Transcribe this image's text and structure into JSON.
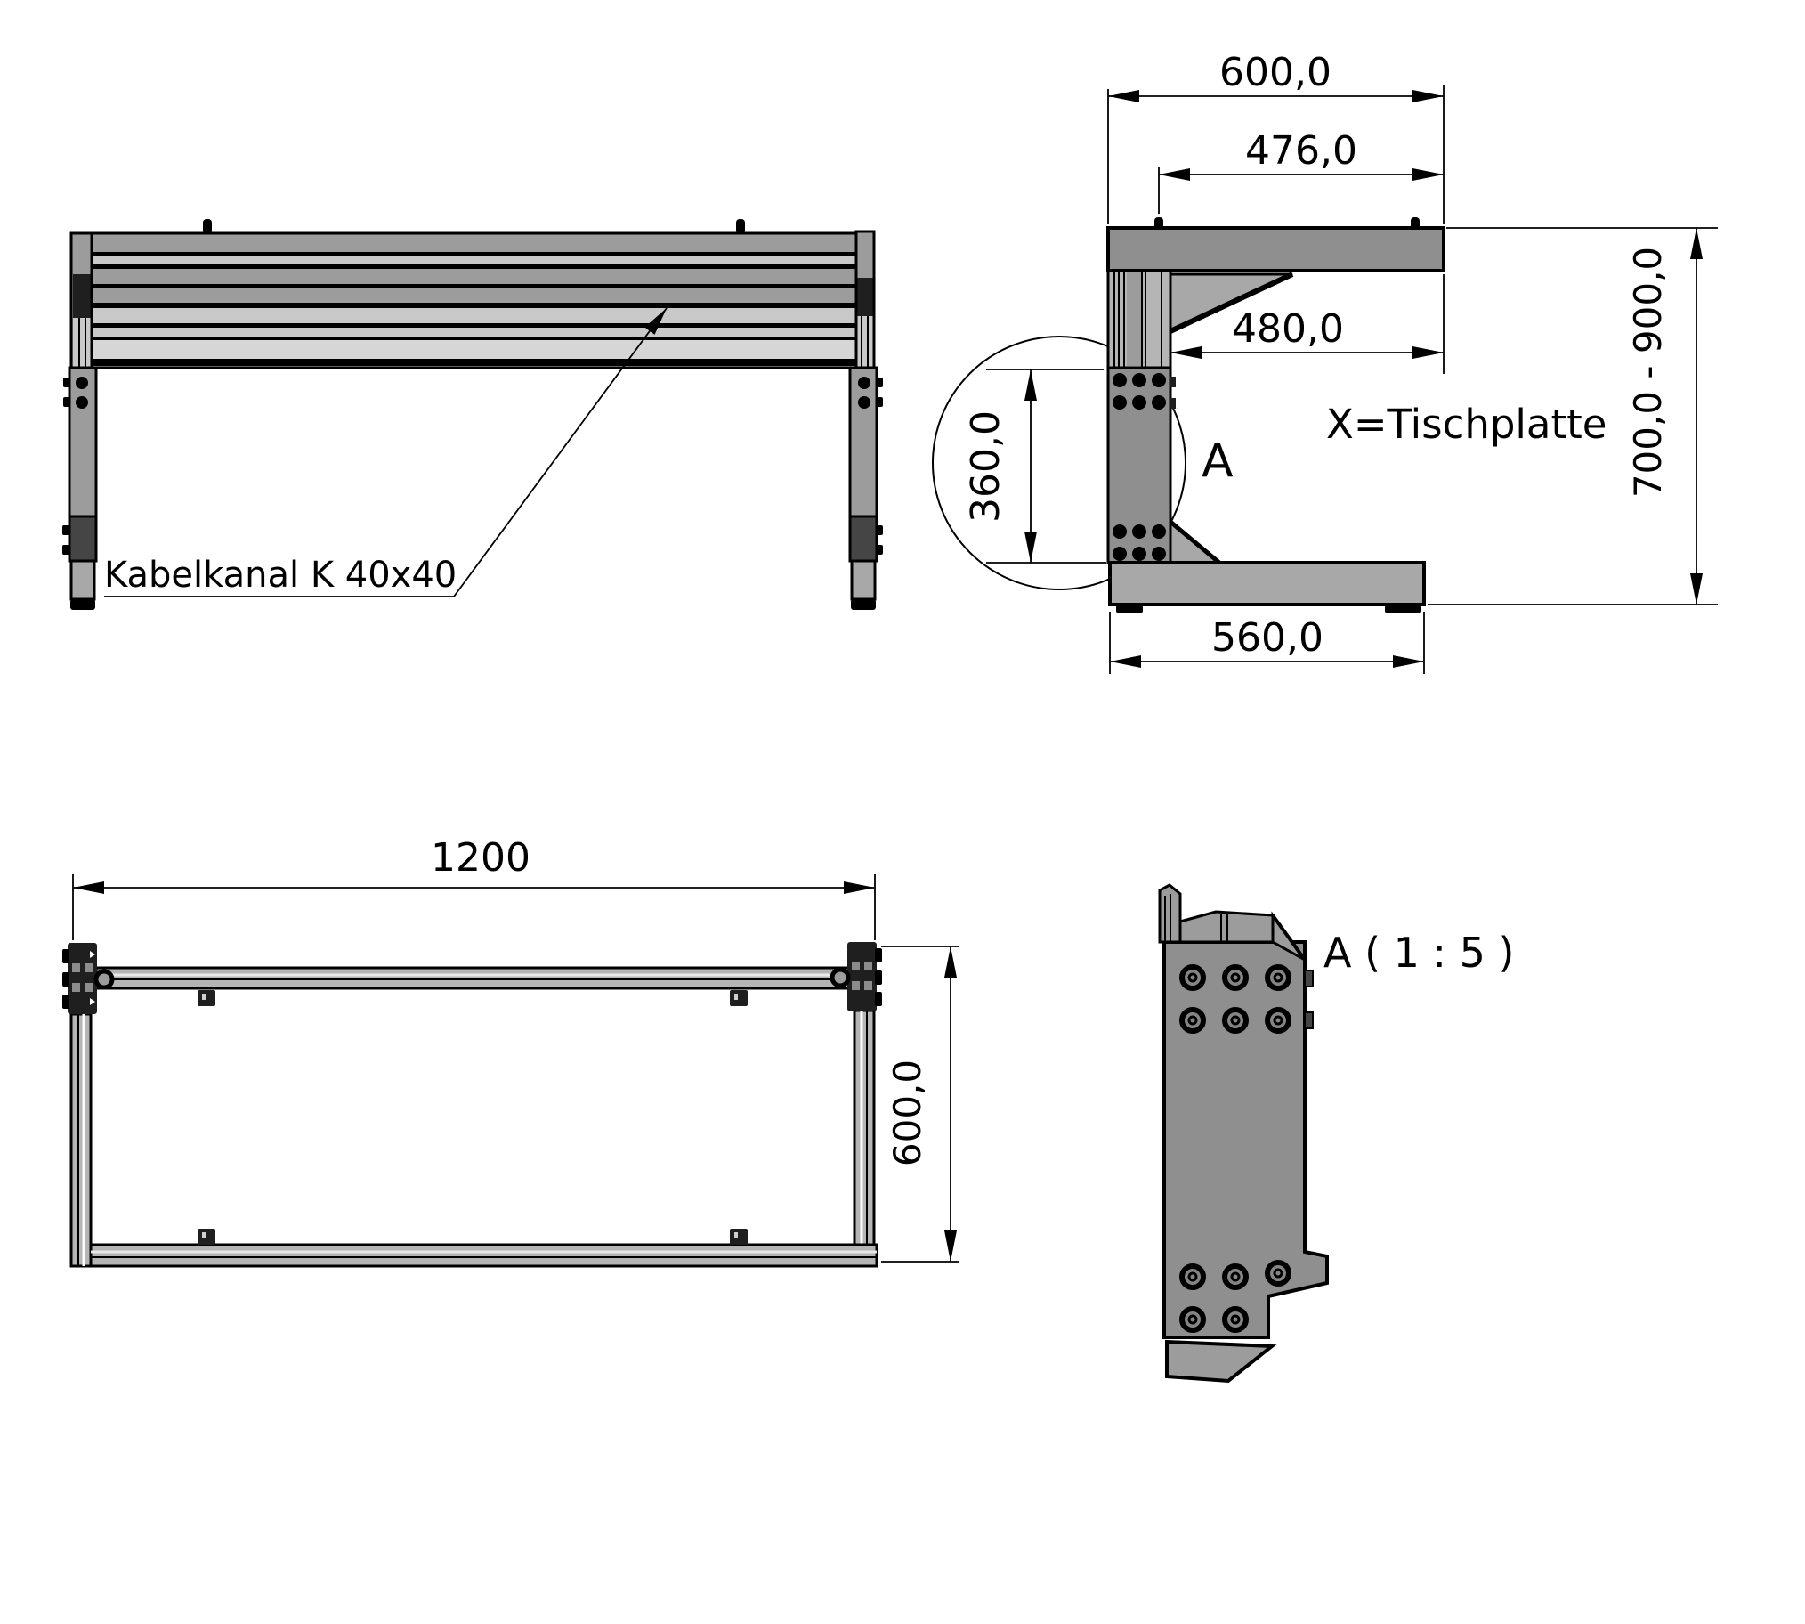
{
  "drawing_type": "technical CAD drawing - table frame (aluminium profile workbench) with four views",
  "views": {
    "front": {
      "callout_label": "Kabelkanal K 40x40"
    },
    "side": {
      "dim_top_width": "600,0",
      "dim_pin_to_edge": "476,0",
      "dim_under_top": "480,0",
      "dim_plate_height": "360,0",
      "dim_foot_length": "560,0",
      "dim_height_range": "700,0 - 900,0",
      "note": "X=Tischplatte",
      "detail_marker": "A"
    },
    "plan": {
      "dim_length": "1200",
      "dim_depth": "600,0"
    },
    "detail": {
      "title": "A ( 1 : 5 )"
    }
  },
  "colors": {
    "outline": "#000000",
    "profile_mid": "#9c9c9c",
    "profile_light": "#c9c9c9",
    "profile_lighter": "#d6d6d6",
    "plate_gray": "#8f8f8f",
    "foot_gray": "#a8a8a8",
    "rail_gray": "#b5b5b5",
    "fitting_dark": "#1f1f1f",
    "leg_dark": "#454545",
    "background": "#ffffff"
  }
}
